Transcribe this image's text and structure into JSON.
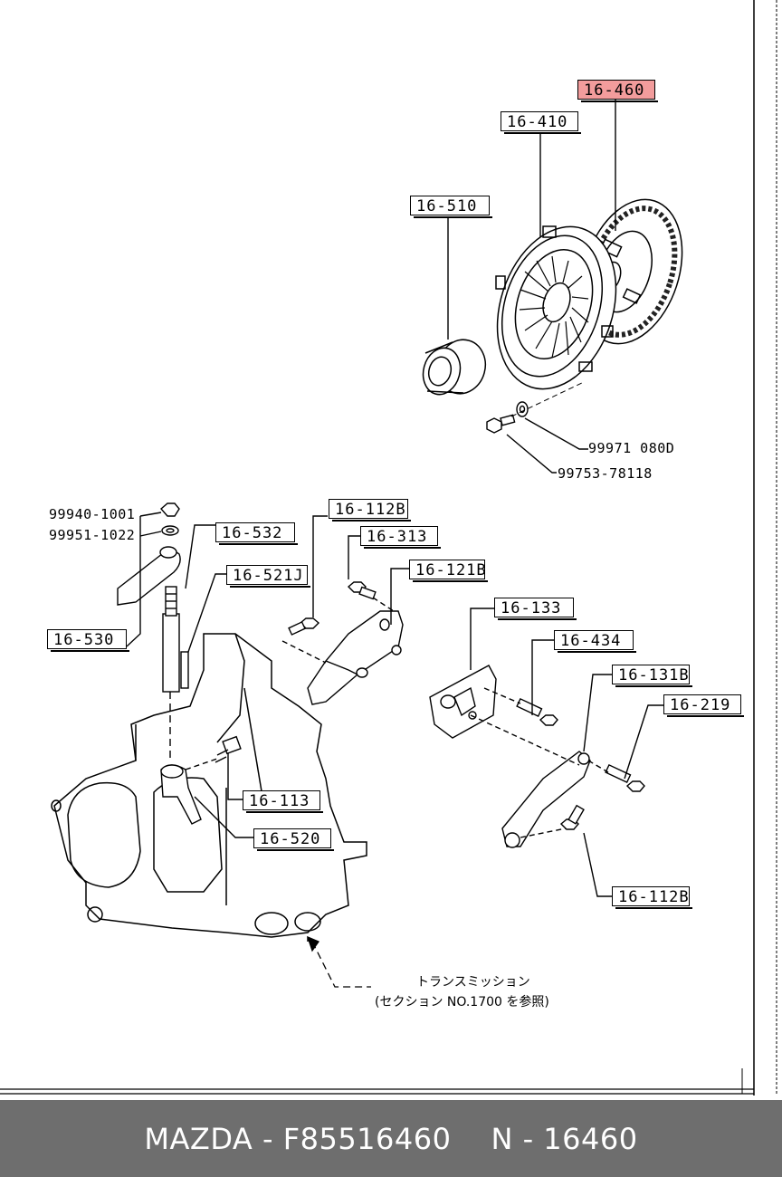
{
  "labels": {
    "l16460": "16-460",
    "l16410": "16-410",
    "l16510": "16-510",
    "l16112b_top": "16-112B",
    "l16313": "16-313",
    "l16121b": "16-121B",
    "l16532": "16-532",
    "l16521j": "16-521J",
    "l16530": "16-530",
    "l16133": "16-133",
    "l16434": "16-434",
    "l16131b": "16-131B",
    "l16219": "16-219",
    "l16113": "16-113",
    "l16520": "16-520",
    "l16112b_bot": "16-112B"
  },
  "part_numbers": {
    "p99971": "99971 080D",
    "p99753": "99753-78118",
    "p99940": "99940-1001",
    "p99951": "99951-1022"
  },
  "note": {
    "line1": "トランスミッション",
    "line2": "(セクション NO.1700 を参照)"
  },
  "footer": {
    "brand": "MAZDA",
    "sep": " - ",
    "part": "F85516460",
    "code_prefix": "N - ",
    "code": "16460"
  },
  "colors": {
    "highlight": "#f29c9c",
    "footer_bg": "#6e6e6e",
    "footer_text": "#ffffff"
  }
}
